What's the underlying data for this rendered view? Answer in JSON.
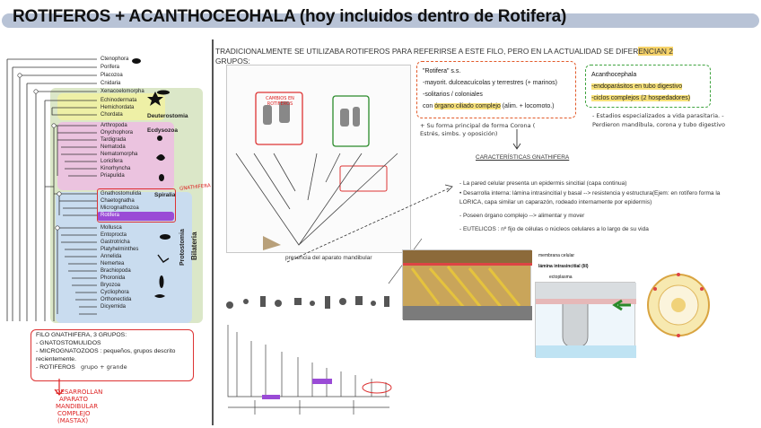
{
  "title": "ROTIFEROS + ACANTHOCEOHALA (hoy incluidos dentro de Rotifera)",
  "phylogeny": {
    "taxa": [
      "Ctenophora",
      "Porifera",
      "Placozoa",
      "Cnidaria",
      "Xenacoelomorpha",
      "Echinodermata",
      "Hemichordata",
      "Chordata",
      "Arthropoda",
      "Onychophora",
      "Tardigrada",
      "Nematoda",
      "Nematomorpha",
      "Loricifera",
      "Kinorhyncha",
      "Priapulida",
      "Gnathostomulida",
      "Chaetognatha",
      "Micrognathozoa",
      "Rotifera",
      "Mollusca",
      "Entoprocta",
      "Gastrotricha",
      "Platyhelminthes",
      "Annelida",
      "Nemertea",
      "Brachiopoda",
      "Phoronida",
      "Bryozoa",
      "Cycliophora",
      "Orthonectida",
      "Dicyemida"
    ],
    "clades": {
      "deuterostomia": "Deuterostomia",
      "ecdysozoa": "Ecdysozoa",
      "spiralia": "Spiralia",
      "protostomia": "Protostomia",
      "bilateria": "Bilateria"
    },
    "hand_note": "GNATHIFERA"
  },
  "left_note": {
    "lines": [
      "FILO GNATHIFERA, 3 GRUPOS:",
      "- GNATOSTOMULIDOS",
      "- MICROGNATOZOOS : pequeños, grupos descrito",
      "recientemente.",
      "- ROTIFEROS"
    ],
    "hand_inline": "grupo + grande",
    "hand_red": [
      "DESARROLLAN",
      "APARATO",
      "MANDIBULAR",
      "COMPLEJO",
      "(MASTAX)"
    ]
  },
  "intro": {
    "line1_a": "TRADICIONALMENTE SE UTILIZABA ROTIFEROS PARA REFERIRSE A ESTE FILO, PERO EN LA ACTUALIDAD SE DIFER",
    "line1_hl": "ENCIAN 2",
    "line2": "GRUPOS:"
  },
  "box_rotifera": {
    "title": "\"Rotifera\" s.s.",
    "l1": "-mayorit. dulceacuícolas y terrestres (+ marinos)",
    "l2": "-solitarios / coloniales",
    "l3_pre": "con ",
    "l3_hl": "órgano ciliado complejo",
    "l3_post": " (alim. + locomoto.)",
    "hand": "+ Su forma principal de forma Corona ( Estrés, simbs. y oposición)"
  },
  "box_acanth": {
    "title": "Acanthocephala",
    "l1": "-endoparásitos en tubo digestivo",
    "l2": "-ciclos complejos (2 hospedadores)",
    "hand": "- Estadios especializados a vida parasitaria. - Perdieron mandíbula, corona y tubo digestivo"
  },
  "characteristics": {
    "title": "CARACTERÍSTICAS GNATHIFERA",
    "p1": "- La pared celular presenta un epidermis sincitial (capa continua)",
    "p1b": "• Desarrolla interna: lámina intrasincitial y basal --> resistencia y estructura(Ejem: en rotífero forma la LORICA, capa similar un caparazón, rodeado internamente por epidermis)",
    "p2": "- Poseen órgano complejo --> alimentar y mover",
    "p3": "- EUTELICOS : nº fijo de células o núcleos celulares a lo largo de su vida"
  },
  "figures": {
    "caption_mandibular": "presencia del aparato mandibular",
    "labels_top": [
      "CAMBIOS EN ROTIFEROS"
    ],
    "micro": [
      "membrana celular",
      "lámina intrasincitial (lil)",
      "ectoplasma"
    ]
  },
  "colors": {
    "title_pill": "#b8c3d6",
    "accent_red": "#d33333",
    "accent_green": "#3fa33f",
    "highlight": "#f8e27a"
  }
}
